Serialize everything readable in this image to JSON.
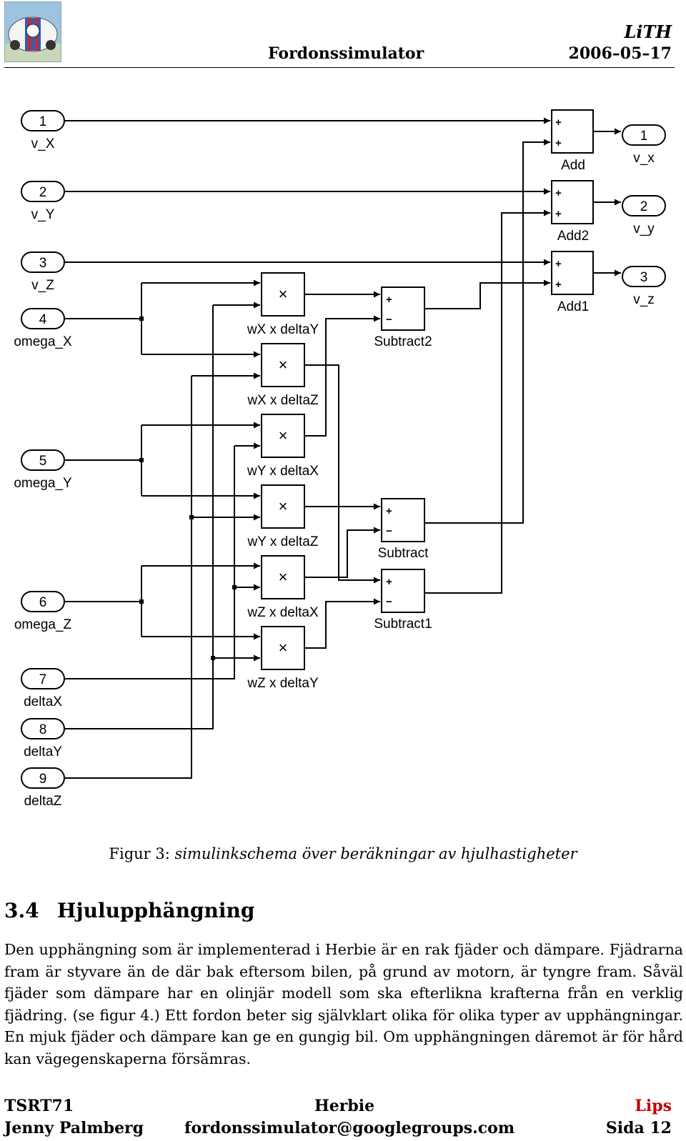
{
  "header": {
    "org": "LiTH",
    "title": "Fordonssimulator",
    "date": "2006–05–17"
  },
  "diagram": {
    "inports": [
      {
        "num": "1",
        "name": "v_X"
      },
      {
        "num": "2",
        "name": "v_Y"
      },
      {
        "num": "3",
        "name": "v_Z"
      },
      {
        "num": "4",
        "name": "omega_X"
      },
      {
        "num": "5",
        "name": "omega_Y"
      },
      {
        "num": "6",
        "name": "omega_Z"
      },
      {
        "num": "7",
        "name": "deltaX"
      },
      {
        "num": "8",
        "name": "deltaY"
      },
      {
        "num": "9",
        "name": "deltaZ"
      }
    ],
    "products": [
      {
        "symbol": "×",
        "name": "wX x deltaY"
      },
      {
        "symbol": "×",
        "name": "wX x deltaZ"
      },
      {
        "symbol": "×",
        "name": "wY x deltaX"
      },
      {
        "symbol": "×",
        "name": "wY x deltaZ"
      },
      {
        "symbol": "×",
        "name": "wZ x deltaX"
      },
      {
        "symbol": "×",
        "name": "wZ x deltaY"
      }
    ],
    "subtracts": [
      {
        "name": "Subtract2",
        "sign1": "+",
        "sign2": "−"
      },
      {
        "name": "Subtract",
        "sign1": "+",
        "sign2": "−"
      },
      {
        "name": "Subtract1",
        "sign1": "+",
        "sign2": "−"
      }
    ],
    "adds": [
      {
        "name": "Add",
        "sign1": "+",
        "sign2": "+"
      },
      {
        "name": "Add2",
        "sign1": "+",
        "sign2": "+"
      },
      {
        "name": "Add1",
        "sign1": "+",
        "sign2": "+"
      }
    ],
    "outports": [
      {
        "num": "1",
        "name": "v_x"
      },
      {
        "num": "2",
        "name": "v_y"
      },
      {
        "num": "3",
        "name": "v_z"
      }
    ]
  },
  "caption": {
    "prefix": "Figur 3:",
    "text": "simulinkschema över beräkningar av hjulhastigheter"
  },
  "section": {
    "number": "3.4",
    "title": "Hjulupphängning"
  },
  "body": "Den upphängning som är implementerad i Herbie är en rak fjäder och dämpare. Fjädrarna fram är styvare än de där bak eftersom bilen, på grund av motorn, är tyngre fram. Såväl fjäder som dämpare har en olinjär modell som ska efterlikna krafterna från en verklig fjädring. (se figur 4.) Ett fordon beter sig självklart olika för olika typer av upphängningar. En mjuk fjäder och dämpare kan ge en gungig bil. Om upphängningen däremot är för hård kan vägegenskaperna försämras.",
  "footer": {
    "course": "TSRT71",
    "author": "Jenny Palmberg",
    "project": "Herbie",
    "email": "fordonssimulator@googlegroups.com",
    "brand": "Lips",
    "page": "Sida 12"
  }
}
